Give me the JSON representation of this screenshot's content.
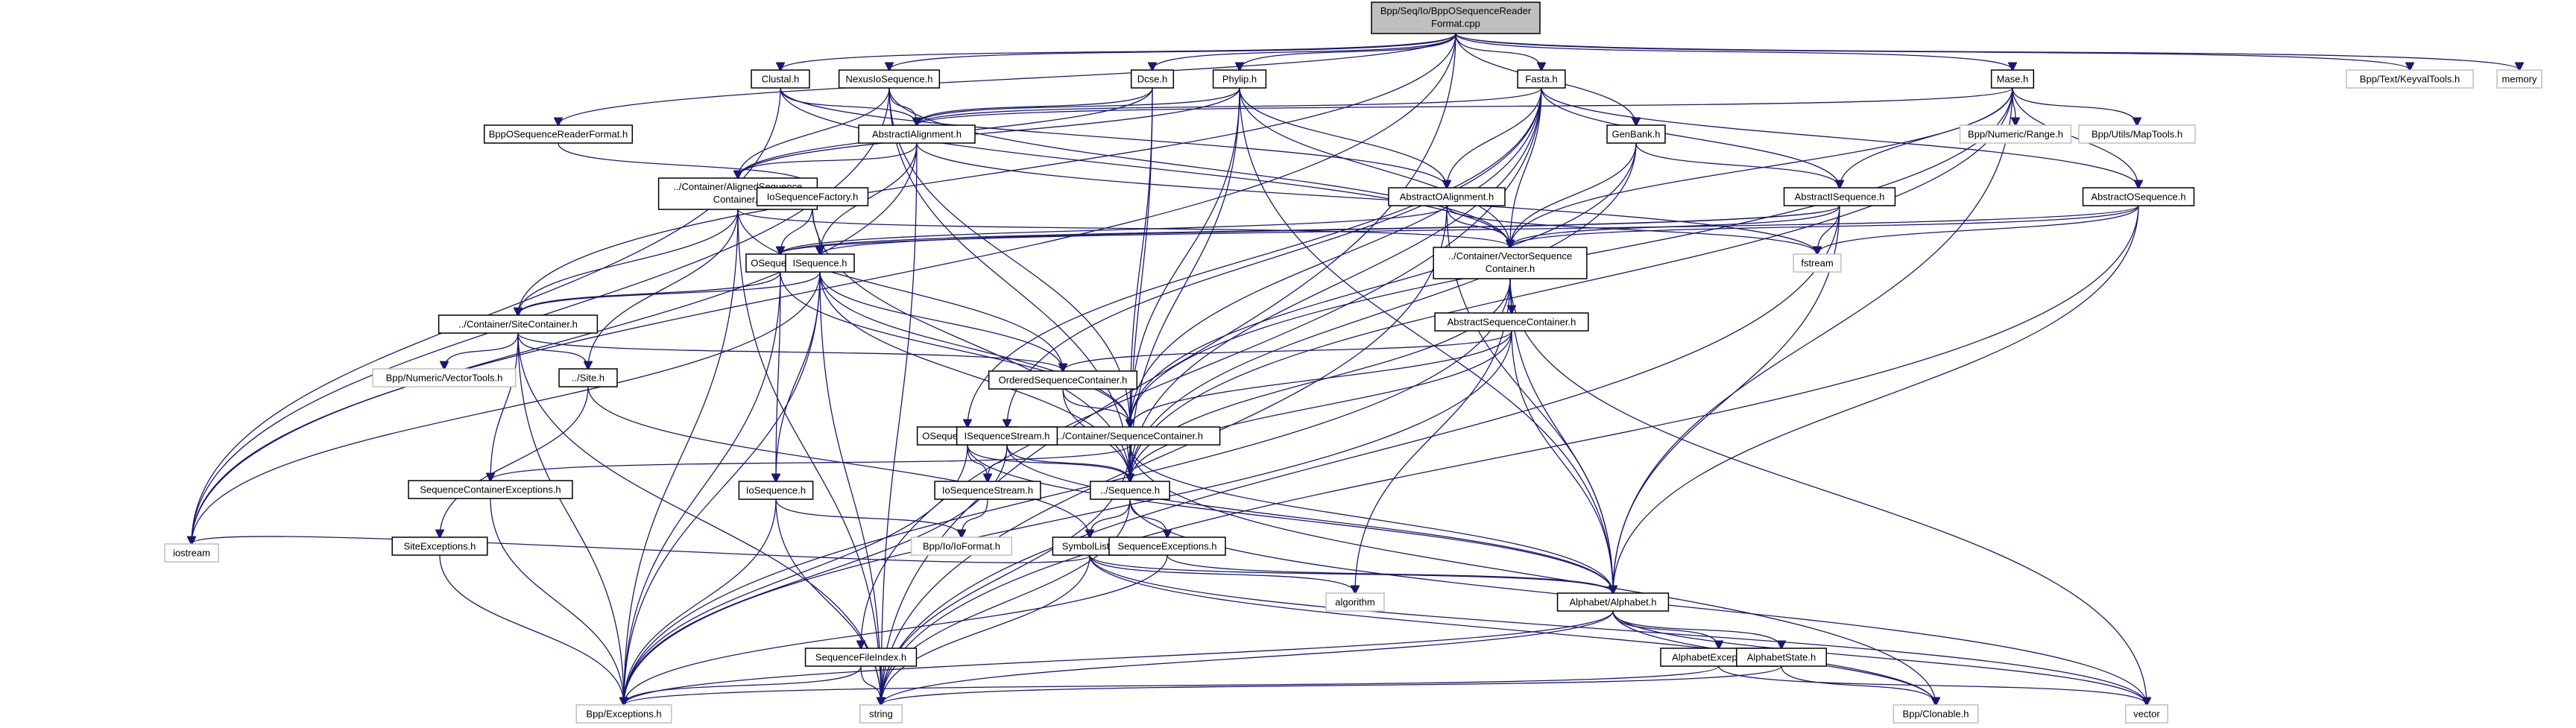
{
  "diagram": {
    "type": "include-dependency-graph",
    "title": "Bpp/Seq/Io/BppOSequenceReaderFormat.cpp",
    "colors": {
      "edge": "#191970",
      "root_fill": "#bfbfbf",
      "documented_border": "#000000",
      "external_border": "#bfbfbf"
    },
    "nodes": [
      {
        "id": "root",
        "lines": [
          "Bpp/Seq/Io/BppOSequenceReader",
          "Format.cpp"
        ],
        "kind": "root"
      },
      {
        "id": "clustal",
        "lines": [
          "Clustal.h"
        ],
        "kind": "doc"
      },
      {
        "id": "nexus",
        "lines": [
          "NexusIoSequence.h"
        ],
        "kind": "doc"
      },
      {
        "id": "dcse",
        "lines": [
          "Dcse.h"
        ],
        "kind": "doc"
      },
      {
        "id": "phylip",
        "lines": [
          "Phylip.h"
        ],
        "kind": "doc"
      },
      {
        "id": "fasta",
        "lines": [
          "Fasta.h"
        ],
        "kind": "doc"
      },
      {
        "id": "mase",
        "lines": [
          "Mase.h"
        ],
        "kind": "doc"
      },
      {
        "id": "keyval",
        "lines": [
          "Bpp/Text/KeyvalTools.h"
        ],
        "kind": "ext"
      },
      {
        "id": "memory",
        "lines": [
          "memory"
        ],
        "kind": "ext"
      },
      {
        "id": "bppoformat",
        "lines": [
          "BppOSequenceReaderFormat.h"
        ],
        "kind": "doc"
      },
      {
        "id": "absialign",
        "lines": [
          "AbstractIAlignment.h"
        ],
        "kind": "doc"
      },
      {
        "id": "genbank",
        "lines": [
          "GenBank.h"
        ],
        "kind": "doc"
      },
      {
        "id": "range",
        "lines": [
          "Bpp/Numeric/Range.h"
        ],
        "kind": "ext"
      },
      {
        "id": "maptools",
        "lines": [
          "Bpp/Utils/MapTools.h"
        ],
        "kind": "ext"
      },
      {
        "id": "alignedcont",
        "lines": [
          "../Container/AlignedSequence",
          "Container.h"
        ],
        "kind": "doc"
      },
      {
        "id": "iofactory",
        "lines": [
          "IoSequenceFactory.h"
        ],
        "kind": "doc"
      },
      {
        "id": "absoalign",
        "lines": [
          "AbstractOAlignment.h"
        ],
        "kind": "doc"
      },
      {
        "id": "absiseq",
        "lines": [
          "AbstractISequence.h"
        ],
        "kind": "doc"
      },
      {
        "id": "absoseq",
        "lines": [
          "AbstractOSequence.h"
        ],
        "kind": "doc"
      },
      {
        "id": "oseq",
        "lines": [
          "OSequence.h"
        ],
        "kind": "doc"
      },
      {
        "id": "iseq",
        "lines": [
          "ISequence.h"
        ],
        "kind": "doc"
      },
      {
        "id": "vectorcont",
        "lines": [
          "../Container/VectorSequence",
          "Container.h"
        ],
        "kind": "doc"
      },
      {
        "id": "fstream",
        "lines": [
          "fstream"
        ],
        "kind": "ext"
      },
      {
        "id": "sitecont",
        "lines": [
          "../Container/SiteContainer.h"
        ],
        "kind": "doc"
      },
      {
        "id": "vectortools",
        "lines": [
          "Bpp/Numeric/VectorTools.h"
        ],
        "kind": "ext"
      },
      {
        "id": "site",
        "lines": [
          "../Site.h"
        ],
        "kind": "doc"
      },
      {
        "id": "abscont",
        "lines": [
          "AbstractSequenceContainer.h"
        ],
        "kind": "doc"
      },
      {
        "id": "orderedcont",
        "lines": [
          "OrderedSequenceContainer.h"
        ],
        "kind": "doc"
      },
      {
        "id": "seqcont",
        "lines": [
          "../Container/SequenceContainer.h"
        ],
        "kind": "doc"
      },
      {
        "id": "oseqstream",
        "lines": [
          "OSequenceStream.h"
        ],
        "kind": "doc"
      },
      {
        "id": "iseqstream",
        "lines": [
          "ISequenceStream.h"
        ],
        "kind": "doc"
      },
      {
        "id": "seqcontexc",
        "lines": [
          "SequenceContainerExceptions.h"
        ],
        "kind": "doc"
      },
      {
        "id": "ioseq",
        "lines": [
          "IoSequence.h"
        ],
        "kind": "doc"
      },
      {
        "id": "ioseqstream",
        "lines": [
          "IoSequenceStream.h"
        ],
        "kind": "doc"
      },
      {
        "id": "sequence",
        "lines": [
          "../Sequence.h"
        ],
        "kind": "doc"
      },
      {
        "id": "siteexc",
        "lines": [
          "SiteExceptions.h"
        ],
        "kind": "doc"
      },
      {
        "id": "ioformat",
        "lines": [
          "Bpp/Io/IoFormat.h"
        ],
        "kind": "ext"
      },
      {
        "id": "symbollist",
        "lines": [
          "SymbolList.h"
        ],
        "kind": "doc"
      },
      {
        "id": "seqexc",
        "lines": [
          "SequenceExceptions.h"
        ],
        "kind": "doc"
      },
      {
        "id": "iostream",
        "lines": [
          "iostream"
        ],
        "kind": "ext"
      },
      {
        "id": "algorithm",
        "lines": [
          "algorithm"
        ],
        "kind": "ext"
      },
      {
        "id": "alphabet",
        "lines": [
          "Alphabet/Alphabet.h"
        ],
        "kind": "doc"
      },
      {
        "id": "seqfileindex",
        "lines": [
          "SequenceFileIndex.h"
        ],
        "kind": "doc"
      },
      {
        "id": "alphexc",
        "lines": [
          "AlphabetExceptions.h"
        ],
        "kind": "doc"
      },
      {
        "id": "alphstate",
        "lines": [
          "AlphabetState.h"
        ],
        "kind": "doc"
      },
      {
        "id": "exceptions",
        "lines": [
          "Bpp/Exceptions.h"
        ],
        "kind": "ext"
      },
      {
        "id": "string",
        "lines": [
          "string"
        ],
        "kind": "ext"
      },
      {
        "id": "clonable",
        "lines": [
          "Bpp/Clonable.h"
        ],
        "kind": "ext"
      },
      {
        "id": "vector",
        "lines": [
          "vector"
        ],
        "kind": "ext"
      }
    ],
    "edges": [
      [
        "root",
        "clustal"
      ],
      [
        "root",
        "nexus"
      ],
      [
        "root",
        "dcse"
      ],
      [
        "root",
        "phylip"
      ],
      [
        "root",
        "fasta"
      ],
      [
        "root",
        "mase"
      ],
      [
        "root",
        "keyval"
      ],
      [
        "root",
        "memory"
      ],
      [
        "root",
        "bppoformat"
      ],
      [
        "root",
        "genbank"
      ],
      [
        "root",
        "iostream"
      ],
      [
        "root",
        "sitecont"
      ],
      [
        "root",
        "string"
      ],
      [
        "clustal",
        "absialign"
      ],
      [
        "clustal",
        "absoalign"
      ],
      [
        "clustal",
        "iostream"
      ],
      [
        "clustal",
        "vectorcont"
      ],
      [
        "nexus",
        "absialign"
      ],
      [
        "nexus",
        "alignedcont"
      ],
      [
        "nexus",
        "sequence"
      ],
      [
        "nexus",
        "seqcont"
      ],
      [
        "nexus",
        "vectorcont"
      ],
      [
        "nexus",
        "iostream"
      ],
      [
        "dcse",
        "absialign"
      ],
      [
        "dcse",
        "sequence"
      ],
      [
        "dcse",
        "seqcont"
      ],
      [
        "dcse",
        "alignedcont"
      ],
      [
        "phylip",
        "absialign"
      ],
      [
        "phylip",
        "absoalign"
      ],
      [
        "phylip",
        "alignedcont"
      ],
      [
        "phylip",
        "vectorcont"
      ],
      [
        "phylip",
        "seqcont"
      ],
      [
        "phylip",
        "sequence"
      ],
      [
        "phylip",
        "alphabet"
      ],
      [
        "fasta",
        "absialign"
      ],
      [
        "fasta",
        "absoalign"
      ],
      [
        "fasta",
        "absiseq"
      ],
      [
        "fasta",
        "absoseq"
      ],
      [
        "fasta",
        "vectorcont"
      ],
      [
        "fasta",
        "seqcont"
      ],
      [
        "fasta",
        "sequence"
      ],
      [
        "fasta",
        "seqfileindex"
      ],
      [
        "fasta",
        "oseqstream"
      ],
      [
        "fasta",
        "iseqstream"
      ],
      [
        "mase",
        "absialign"
      ],
      [
        "mase",
        "absiseq"
      ],
      [
        "mase",
        "absoseq"
      ],
      [
        "mase",
        "range"
      ],
      [
        "mase",
        "maptools"
      ],
      [
        "mase",
        "vectorcont"
      ],
      [
        "mase",
        "seqcont"
      ],
      [
        "mase",
        "sequence"
      ],
      [
        "mase",
        "alphabet"
      ],
      [
        "bppoformat",
        "iofactory"
      ],
      [
        "absialign",
        "iseq"
      ],
      [
        "absialign",
        "alignedcont"
      ],
      [
        "absialign",
        "fstream"
      ],
      [
        "absialign",
        "string"
      ],
      [
        "absialign",
        "iostream"
      ],
      [
        "genbank",
        "absiseq"
      ],
      [
        "genbank",
        "vectorcont"
      ],
      [
        "genbank",
        "sequence"
      ],
      [
        "genbank",
        "seqcont"
      ],
      [
        "alignedcont",
        "sitecont"
      ],
      [
        "alignedcont",
        "site"
      ],
      [
        "alignedcont",
        "vectorcont"
      ],
      [
        "alignedcont",
        "orderedcont"
      ],
      [
        "alignedcont",
        "exceptions"
      ],
      [
        "alignedcont",
        "string"
      ],
      [
        "iofactory",
        "oseq"
      ],
      [
        "iofactory",
        "iseq"
      ],
      [
        "iofactory",
        "sequence"
      ],
      [
        "absoalign",
        "vectorcont"
      ],
      [
        "absoalign",
        "fstream"
      ],
      [
        "absoalign",
        "alphabet"
      ],
      [
        "absoalign",
        "string"
      ],
      [
        "absoalign",
        "oseq"
      ],
      [
        "absiseq",
        "vectorcont"
      ],
      [
        "absiseq",
        "fstream"
      ],
      [
        "absiseq",
        "iseq"
      ],
      [
        "absiseq",
        "alphabet"
      ],
      [
        "absiseq",
        "string"
      ],
      [
        "absiseq",
        "oseq"
      ],
      [
        "absoseq",
        "vectorcont"
      ],
      [
        "absoseq",
        "fstream"
      ],
      [
        "absoseq",
        "alphabet"
      ],
      [
        "absoseq",
        "string"
      ],
      [
        "absoseq",
        "oseq"
      ],
      [
        "oseq",
        "sitecont"
      ],
      [
        "oseq",
        "ioseq"
      ],
      [
        "oseq",
        "seqcont"
      ],
      [
        "oseq",
        "exceptions"
      ],
      [
        "iseq",
        "sitecont"
      ],
      [
        "iseq",
        "ioseq"
      ],
      [
        "iseq",
        "seqcont"
      ],
      [
        "iseq",
        "sequence"
      ],
      [
        "iseq",
        "orderedcont"
      ],
      [
        "iseq",
        "iostream"
      ],
      [
        "iseq",
        "string"
      ],
      [
        "iseq",
        "exceptions"
      ],
      [
        "vectorcont",
        "abscont"
      ],
      [
        "vectorcont",
        "sequence"
      ],
      [
        "vectorcont",
        "alphabet"
      ],
      [
        "vectorcont",
        "algorithm"
      ],
      [
        "vectorcont",
        "vector"
      ],
      [
        "vectorcont",
        "exceptions"
      ],
      [
        "sitecont",
        "vectortools"
      ],
      [
        "sitecont",
        "site"
      ],
      [
        "sitecont",
        "seqcontexc"
      ],
      [
        "sitecont",
        "orderedcont"
      ],
      [
        "sitecont",
        "exceptions"
      ],
      [
        "sitecont",
        "string"
      ],
      [
        "site",
        "symbollist"
      ],
      [
        "site",
        "siteexc"
      ],
      [
        "abscont",
        "orderedcont"
      ],
      [
        "abscont",
        "seqcont"
      ],
      [
        "abscont",
        "sequence"
      ],
      [
        "abscont",
        "alphabet"
      ],
      [
        "abscont",
        "exceptions"
      ],
      [
        "orderedcont",
        "seqcont"
      ],
      [
        "orderedcont",
        "sequence"
      ],
      [
        "seqcont",
        "sequence"
      ],
      [
        "seqcont",
        "alphabet"
      ],
      [
        "seqcont",
        "seqcontexc"
      ],
      [
        "seqcont",
        "string"
      ],
      [
        "seqcont",
        "clonable"
      ],
      [
        "oseqstream",
        "ioseqstream"
      ],
      [
        "oseqstream",
        "sequence"
      ],
      [
        "oseqstream",
        "alphabet"
      ],
      [
        "oseqstream",
        "exceptions"
      ],
      [
        "iseqstream",
        "ioseqstream"
      ],
      [
        "iseqstream",
        "sequence"
      ],
      [
        "iseqstream",
        "alphabet"
      ],
      [
        "iseqstream",
        "exceptions"
      ],
      [
        "ioseq",
        "ioformat"
      ],
      [
        "ioseq",
        "exceptions"
      ],
      [
        "ioseq",
        "string"
      ],
      [
        "ioseqstream",
        "ioformat"
      ],
      [
        "sequence",
        "symbollist"
      ],
      [
        "sequence",
        "seqexc"
      ],
      [
        "sequence",
        "string"
      ],
      [
        "sequence",
        "vector"
      ],
      [
        "seqcontexc",
        "exceptions"
      ],
      [
        "siteexc",
        "exceptions"
      ],
      [
        "symbollist",
        "alphabet"
      ],
      [
        "symbollist",
        "algorithm"
      ],
      [
        "symbollist",
        "iostream"
      ],
      [
        "symbollist",
        "string"
      ],
      [
        "symbollist",
        "clonable"
      ],
      [
        "symbollist",
        "vector"
      ],
      [
        "seqexc",
        "alphabet"
      ],
      [
        "seqexc",
        "exceptions"
      ],
      [
        "alphabet",
        "alphexc"
      ],
      [
        "alphabet",
        "alphstate"
      ],
      [
        "alphabet",
        "clonable"
      ],
      [
        "alphabet",
        "string"
      ],
      [
        "alphabet",
        "vector"
      ],
      [
        "alphabet",
        "exceptions"
      ],
      [
        "seqfileindex",
        "exceptions"
      ],
      [
        "seqfileindex",
        "string"
      ],
      [
        "alphexc",
        "exceptions"
      ],
      [
        "alphexc",
        "vector"
      ],
      [
        "alphstate",
        "clonable"
      ],
      [
        "alphstate",
        "string"
      ]
    ]
  }
}
